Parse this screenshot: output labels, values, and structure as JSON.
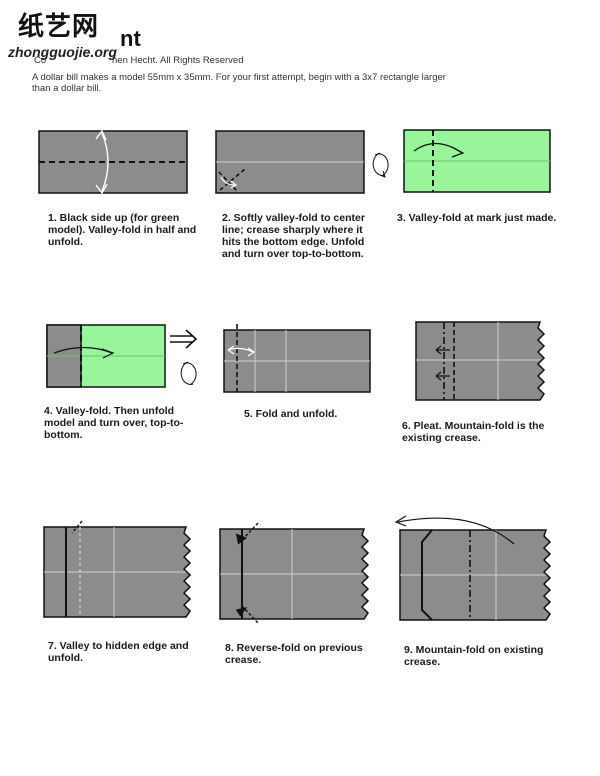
{
  "header": {
    "watermark_cn": "纸艺网",
    "watermark_url": "zhongguojie.org",
    "title_fragment": "nt",
    "copyright_fragment": "Co",
    "copyright": "hen Hecht.  All Rights Reserved",
    "intro": "A dollar bill makes a model 55mm x 35mm.  For your first attempt, begin with a 3x7 rectangle larger than a dollar bill."
  },
  "steps": [
    {
      "caption": "1.  Black side up (for green model).  Valley-fold in half and unfold."
    },
    {
      "caption": "2.  Softly valley-fold to center line; crease sharply where it hits the bottom edge.  Unfold and turn over top-to-bottom."
    },
    {
      "caption": "3.  Valley-fold at mark just made."
    },
    {
      "caption": "4.  Valley-fold.  Then unfold model and turn over, top-to-bottom."
    },
    {
      "caption": "5.  Fold and unfold."
    },
    {
      "caption": "6.  Pleat.  Mountain-fold is the existing crease."
    },
    {
      "caption": "7.  Valley to hidden edge and unfold."
    },
    {
      "caption": "8.  Reverse-fold on previous crease."
    },
    {
      "caption": "9.  Mountain-fold on existing crease."
    }
  ],
  "colors": {
    "paper_gray": "#8c8c8c",
    "paper_green": "#99f59a",
    "outline": "#111111"
  }
}
